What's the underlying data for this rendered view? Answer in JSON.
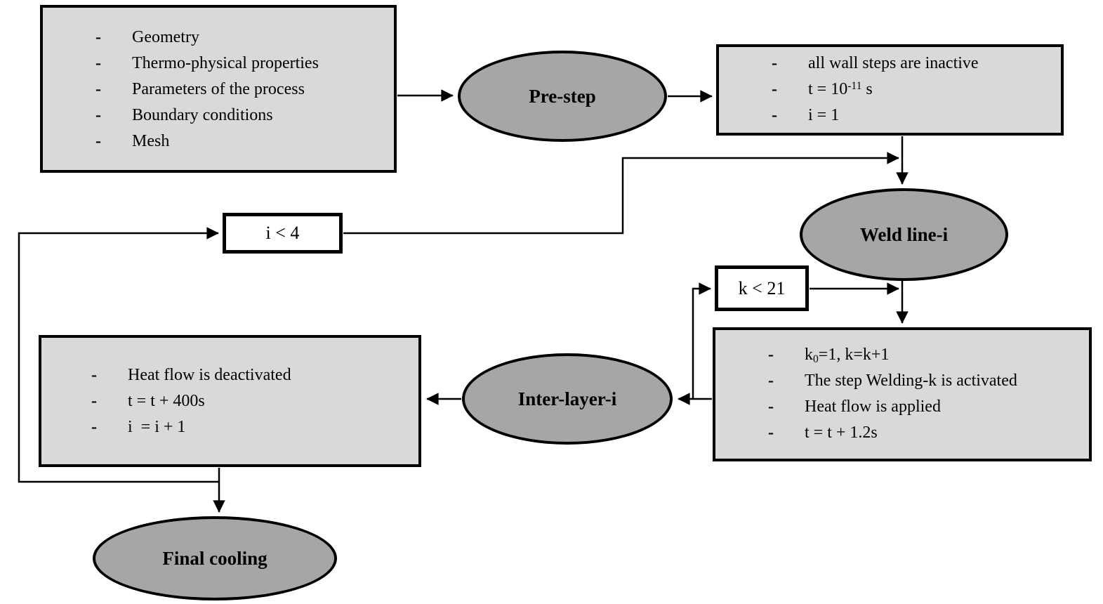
{
  "colors": {
    "box_fill": "#d9d9d9",
    "ellipse_fill": "#a6a6a6",
    "decision_fill": "#ffffff",
    "line": "#000000"
  },
  "bullet_char": "-",
  "nodes": {
    "inputs": {
      "items": [
        "Geometry",
        "Thermo-physical properties",
        "Parameters of the process",
        "Boundary conditions",
        "Mesh"
      ]
    },
    "pre_step": {
      "label": "Pre-step"
    },
    "init": {
      "items": {
        "line1": "all wall steps are inactive",
        "line2_base": "t = 10",
        "line2_sup": "-11",
        "line2_tail": " s",
        "line3": "i = 1"
      }
    },
    "weld_line": {
      "label": "Weld line-i"
    },
    "i_check": {
      "label": "i < 4"
    },
    "k_check": {
      "label": "k < 21"
    },
    "welding_step": {
      "items": {
        "line1_base": "k",
        "line1_sub": "0",
        "line1_tail": "=1, k=k+1",
        "line2": "The step Welding-k is activated",
        "line3": "Heat flow is applied",
        "line4": "t = t + 1.2s"
      }
    },
    "inter_layer": {
      "label": "Inter-layer-i"
    },
    "cooling_step": {
      "items": {
        "line1": "Heat flow is deactivated",
        "line2": "t = t + 400s",
        "line3": "i  = i + 1"
      }
    },
    "final_cooling": {
      "label": "Final cooling"
    }
  }
}
